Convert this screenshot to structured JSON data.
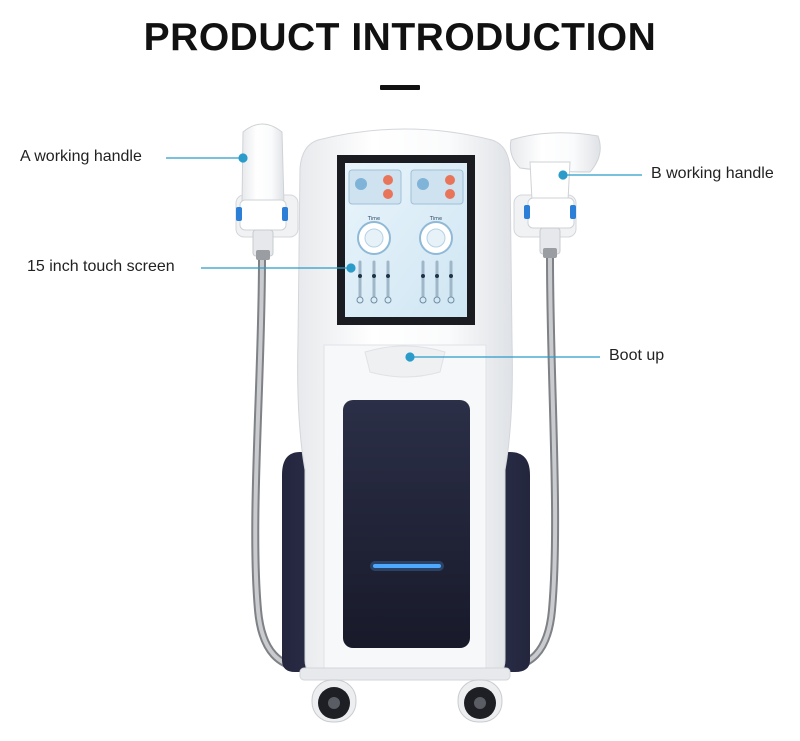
{
  "header": {
    "title": "PRODUCT INTRODUCTION"
  },
  "callouts": {
    "a_handle": "A working handle",
    "b_handle": "B working handle",
    "touch_screen": "15 inch touch screen",
    "boot_up": "Boot up"
  },
  "screen": {
    "time_label": "Time"
  },
  "colors": {
    "accent": "#2b9cc9",
    "text": "#111111",
    "cabinet_dark": "#2c2f4a",
    "panel_dark": "#1d2033",
    "light_strip": "#4ea8ff"
  }
}
